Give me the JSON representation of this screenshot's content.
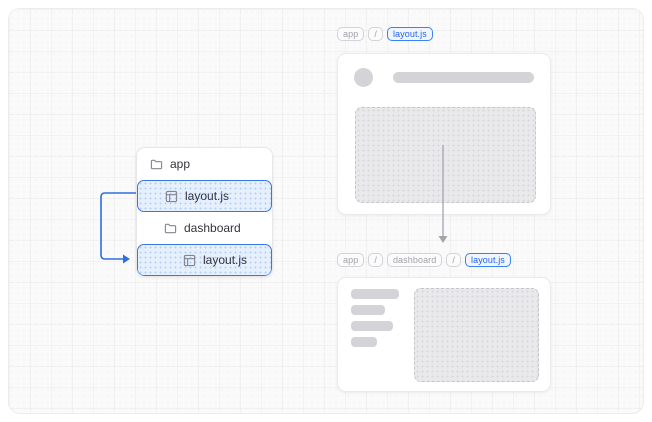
{
  "colors": {
    "accent_blue": "#3b82f6",
    "pill_blue_text": "#2563eb",
    "highlight_border": "#3b77e0",
    "highlight_bg": "#e6effc",
    "placeholder_gray": "#d4d4d8",
    "canvas_bg": "#fafafa"
  },
  "file_tree": {
    "items": [
      {
        "label": "app",
        "icon": "folder-icon",
        "highlighted": false,
        "indent": 1
      },
      {
        "label": "layout.js",
        "icon": "layout-file-icon",
        "highlighted": true,
        "indent": 2
      },
      {
        "label": "dashboard",
        "icon": "folder-icon",
        "highlighted": false,
        "indent": 2
      },
      {
        "label": "layout.js",
        "icon": "layout-file-icon",
        "highlighted": true,
        "indent": 3
      }
    ]
  },
  "breadcrumb_top": {
    "segments": [
      {
        "label": "app",
        "variant": "gray"
      },
      {
        "label": "/",
        "variant": "gray"
      },
      {
        "label": "layout.js",
        "variant": "blue"
      }
    ]
  },
  "breadcrumb_bottom": {
    "segments": [
      {
        "label": "app",
        "variant": "gray"
      },
      {
        "label": "/",
        "variant": "gray"
      },
      {
        "label": "dashboard",
        "variant": "gray"
      },
      {
        "label": "/",
        "variant": "gray"
      },
      {
        "label": "layout.js",
        "variant": "blue"
      }
    ]
  }
}
